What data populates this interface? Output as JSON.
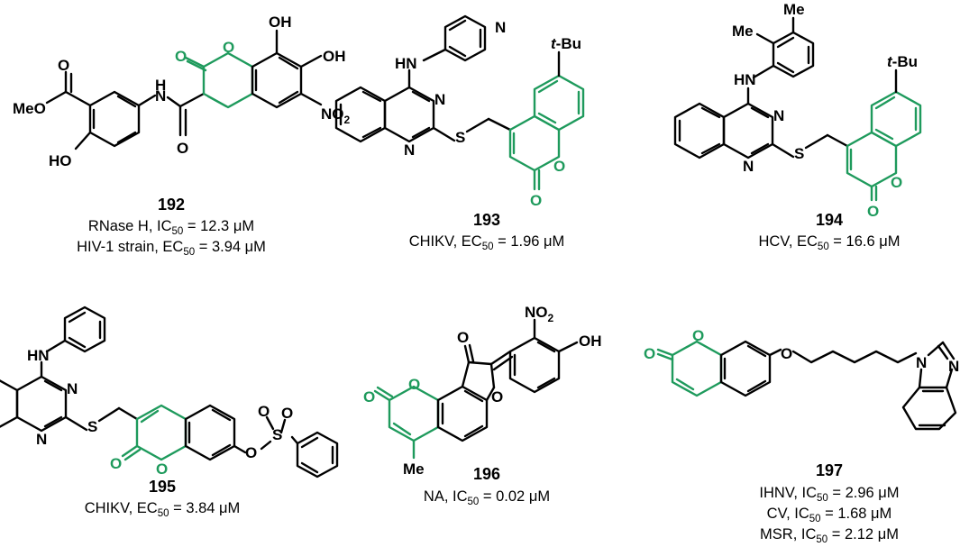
{
  "compounds": [
    {
      "id": "192",
      "atoms": {
        "ome": "MeO",
        "oh_left": "HO",
        "nh": "H",
        "n": "N",
        "o": "O",
        "oh": "OH",
        "no2": "NO",
        "no2_sub": "2"
      },
      "captions": [
        {
          "pre": "RNase H, IC",
          "sub": "50",
          "post": " = 12.3 μM"
        },
        {
          "pre": "HIV-1 strain, EC",
          "sub": "50",
          "post": " = 3.94 μM"
        }
      ]
    },
    {
      "id": "193",
      "atoms": {
        "hn": "HN",
        "n": "N",
        "s": "S",
        "o": "O",
        "tbu": "t-Bu",
        "tbu_t": "t"
      },
      "captions": [
        {
          "pre": "CHIKV, EC",
          "sub": "50",
          "post": " = 1.96 μM"
        }
      ]
    },
    {
      "id": "194",
      "atoms": {
        "me": "Me",
        "hn": "HN",
        "n": "N",
        "s": "S",
        "o": "O",
        "tbu": "t-Bu",
        "tbu_t": "t"
      },
      "captions": [
        {
          "pre": "HCV, EC",
          "sub": "50",
          "post": " = 16.6 μM"
        }
      ]
    },
    {
      "id": "195",
      "atoms": {
        "hn": "HN",
        "n": "N",
        "s": "S",
        "o": "O"
      },
      "captions": [
        {
          "pre": "CHIKV, EC",
          "sub": "50",
          "post": " = 3.84 μM"
        }
      ]
    },
    {
      "id": "196",
      "atoms": {
        "no2": "NO",
        "no2_sub": "2",
        "oh": "OH",
        "o": "O",
        "me": "Me"
      },
      "captions": [
        {
          "pre": "NA, IC",
          "sub": "50",
          "post": " = 0.02 μM"
        }
      ]
    },
    {
      "id": "197",
      "atoms": {
        "o": "O",
        "n": "N"
      },
      "captions": [
        {
          "pre": "IHNV, IC",
          "sub": "50",
          "post": " = 2.96 μM"
        },
        {
          "pre": "CV, IC",
          "sub": "50",
          "post": " = 1.68 μM"
        },
        {
          "pre": "MSR, IC",
          "sub": "50",
          "post": " = 2.12 μM"
        }
      ]
    }
  ],
  "colors": {
    "coumarin_core": "#1e9a5c",
    "default": "#000000"
  }
}
